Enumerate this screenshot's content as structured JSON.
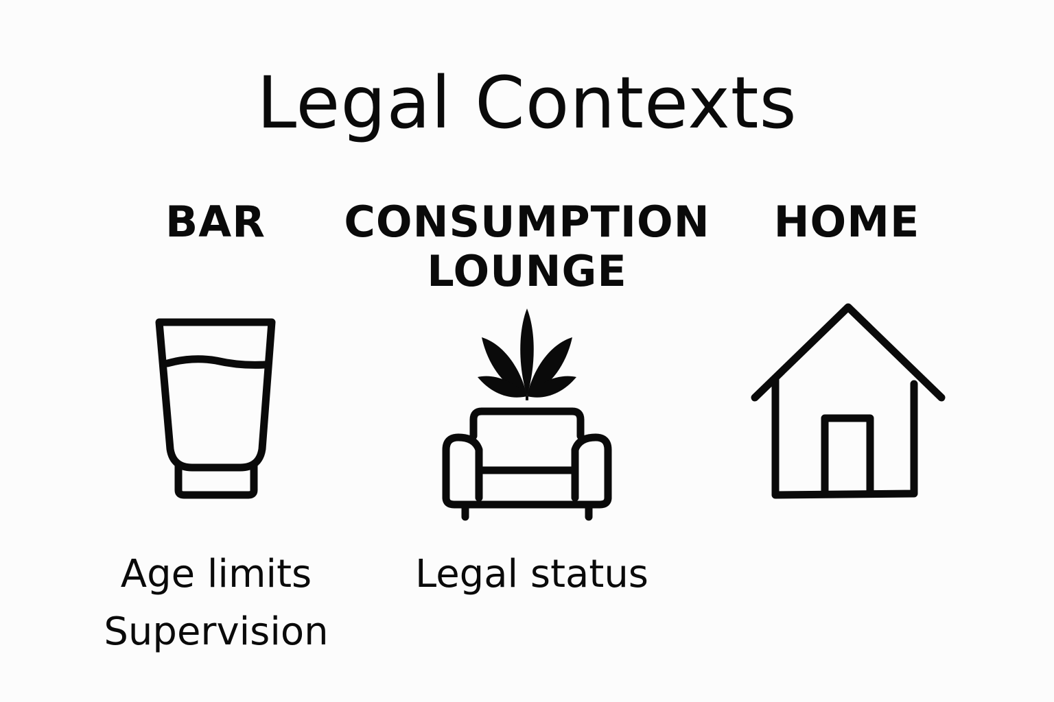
{
  "title": "Legal Contexts",
  "columns": [
    {
      "heading_lines": [
        "BAR"
      ],
      "icon": "drinking-glass-icon",
      "notes": [
        "Age limits",
        "Supervision"
      ]
    },
    {
      "heading_lines": [
        "CONSUMPTION",
        "LOUNGE"
      ],
      "icon": "cannabis-leaf-armchair-icon",
      "notes": [
        "Legal status"
      ]
    },
    {
      "heading_lines": [
        "HOME"
      ],
      "icon": "house-icon",
      "notes": []
    }
  ],
  "colors": {
    "background": "#fcfcfc",
    "ink": "#0a0a0a"
  }
}
